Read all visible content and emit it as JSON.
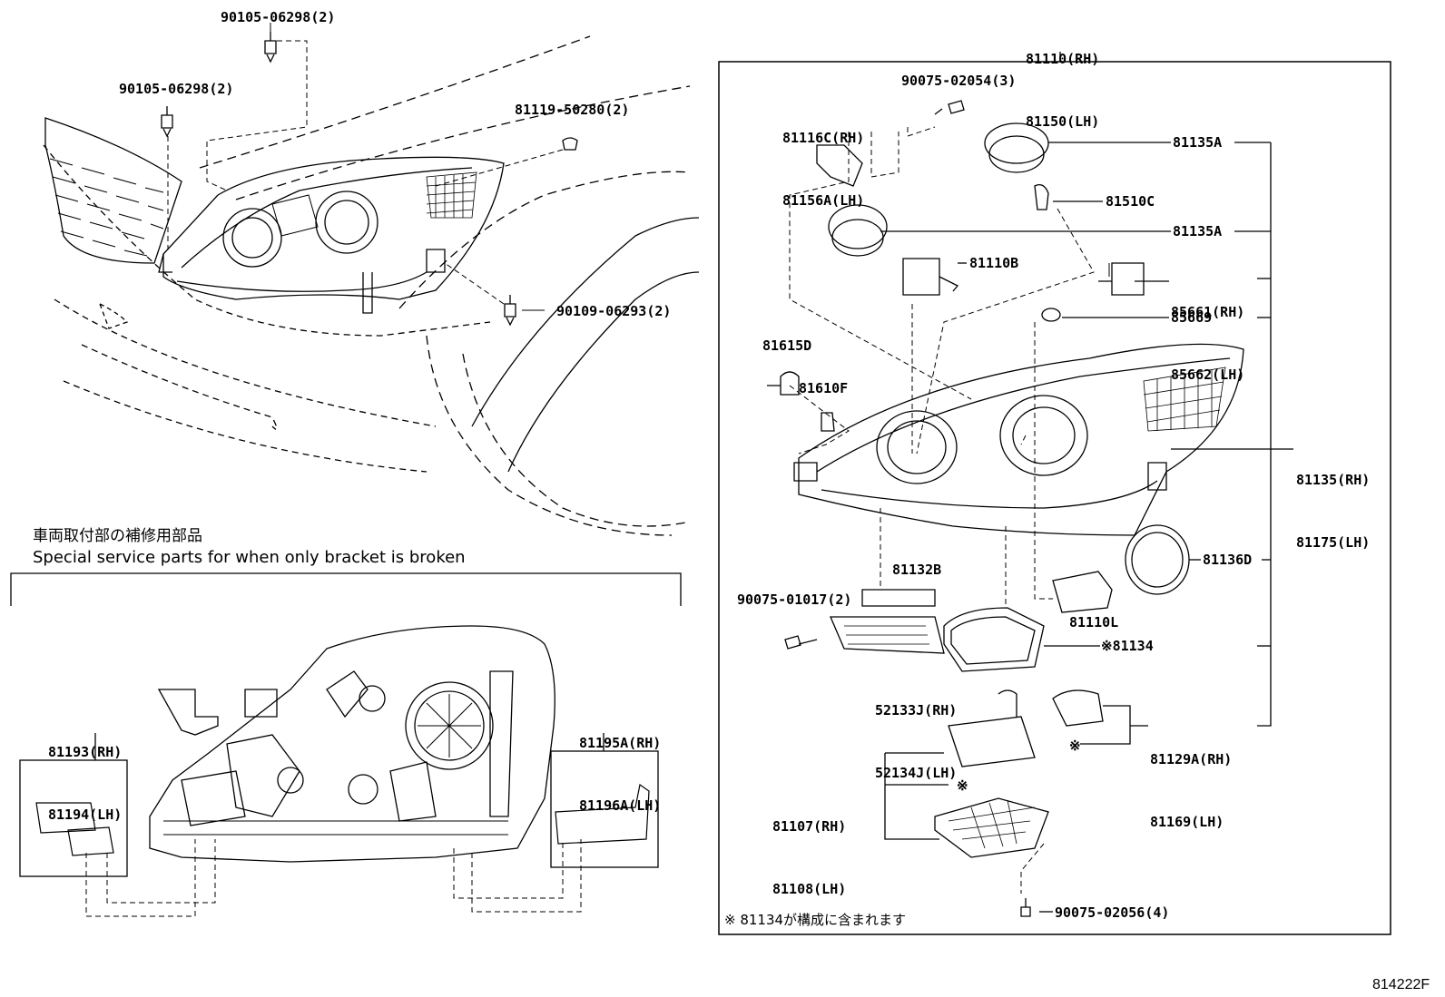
{
  "header": {
    "lines": [
      "81110(RH)",
      "81150(LH)"
    ]
  },
  "car_parts": {
    "p1": "90105-06298(2)",
    "p2": "90105-06298(2)",
    "p3": "81119-50280(2)",
    "p4": "90109-06293(2)"
  },
  "assembly_parts": {
    "a1": "90075-02054(3)",
    "a2": [
      "81116C(RH)",
      "81156A(LH)"
    ],
    "a3": "81135A",
    "a4": "81510C",
    "a5": "81135A",
    "a6": "81110B",
    "a7": [
      "85661(RH)",
      "85662(LH)"
    ],
    "a8": "85669",
    "a9": "81615D",
    "a10": "81610F",
    "a11": [
      "81135(RH)",
      "81175(LH)"
    ],
    "a12": "81132B",
    "a13": "81136D",
    "a14": "90075-01017(2)",
    "a15": "81110L",
    "a16": "※81134",
    "a17": [
      "52133J(RH)",
      "52134J(LH)"
    ],
    "a18": [
      "81129A(RH)",
      "81169(LH)"
    ],
    "a19": "※",
    "a20": [
      "81107(RH)",
      "81108(LH)"
    ],
    "a21": "※",
    "a22": "90075-02056(4)"
  },
  "bracket_section": {
    "title_jp": "車両取付部の補修用部品",
    "title_en": "Special service parts for when only bracket is broken",
    "left": [
      "81193(RH)",
      "81194(LH)"
    ],
    "right": [
      "81195A(RH)",
      "81196A(LH)"
    ]
  },
  "footnote": "※ 81134が構成に含まれます",
  "figure_id": "814222F"
}
